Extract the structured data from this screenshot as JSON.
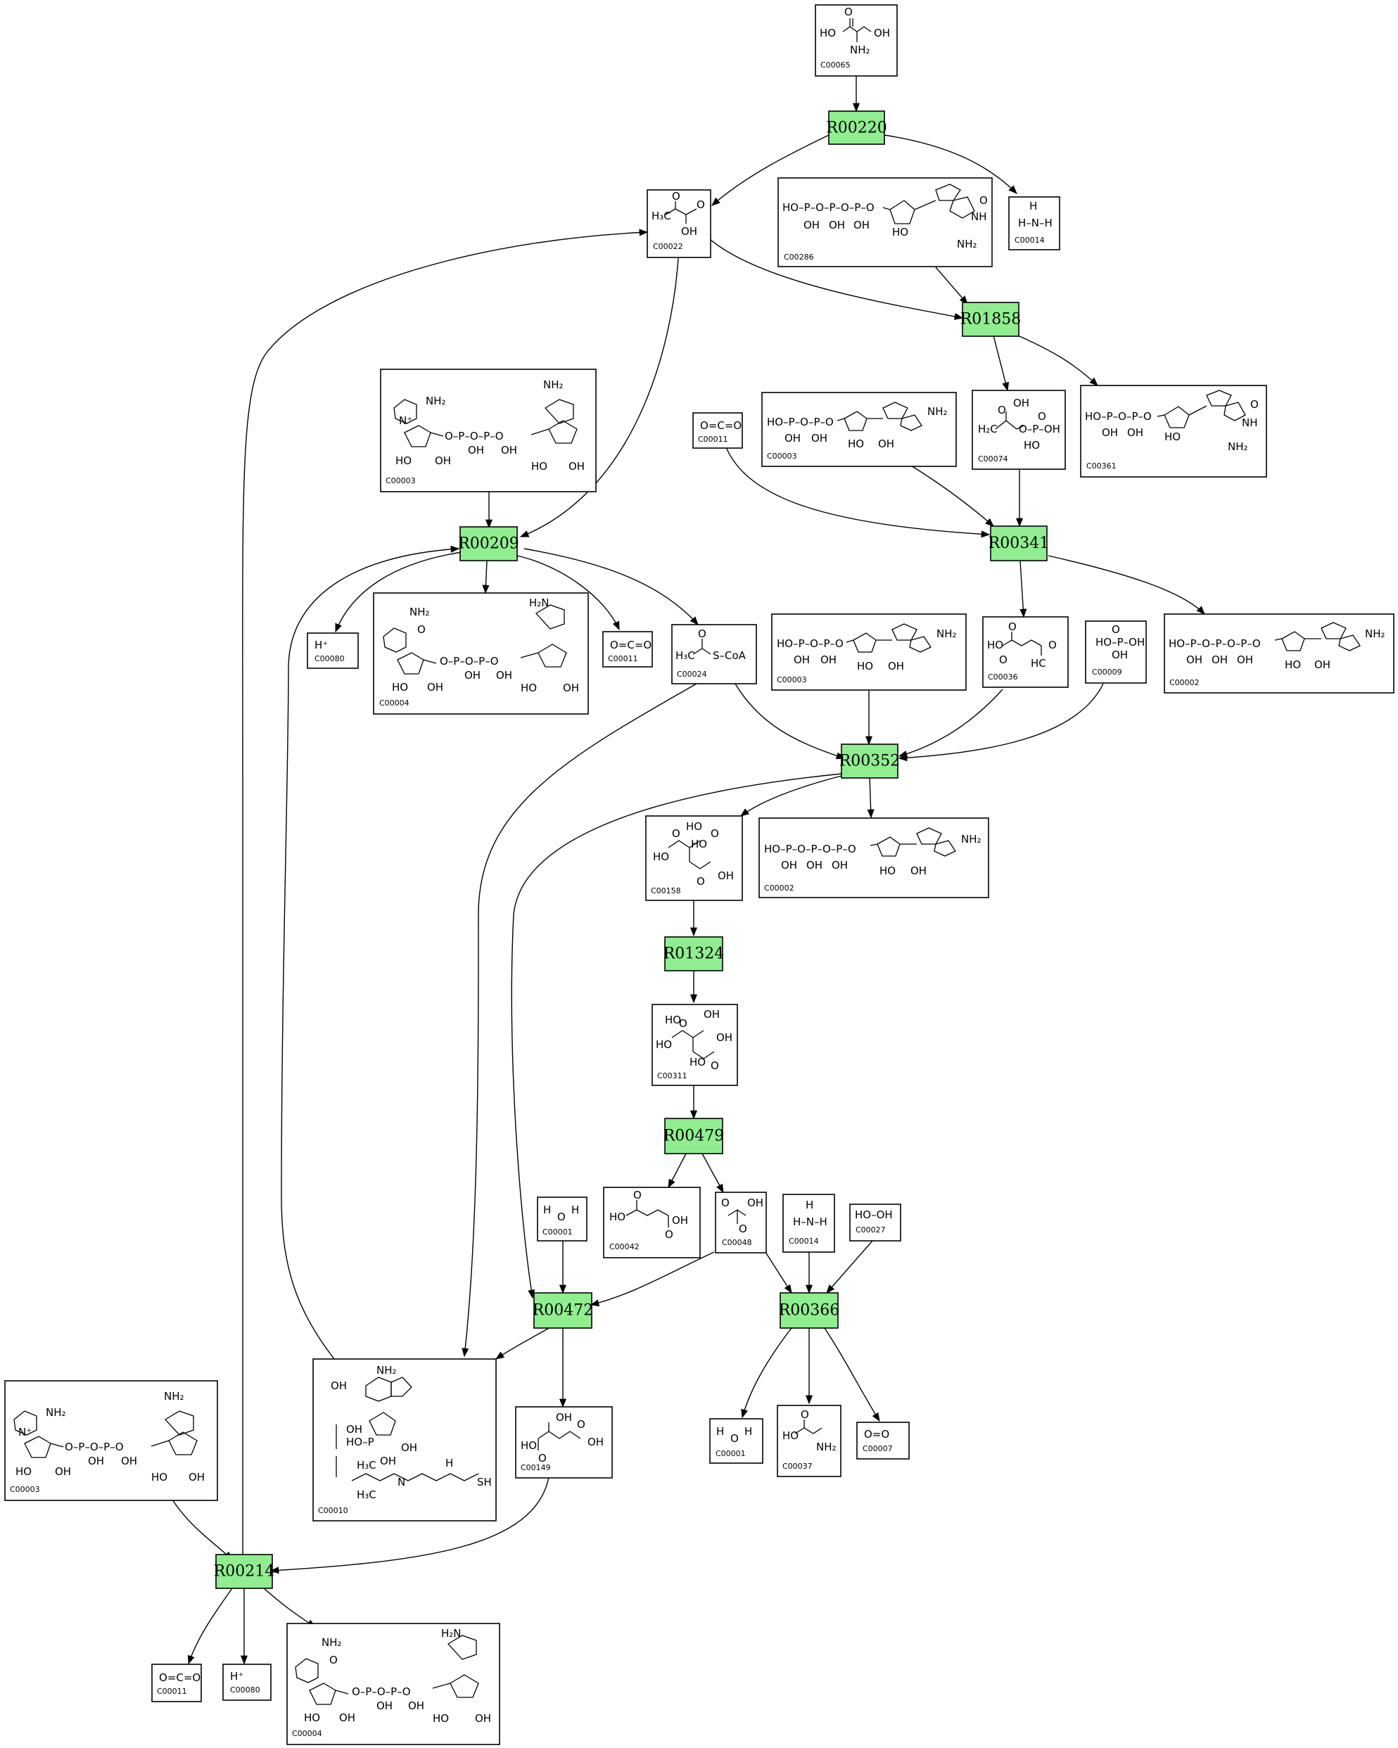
{
  "colors": {
    "reaction_fill": "#90ee90",
    "compound_fill": "#ffffff",
    "stroke": "#000000"
  },
  "reactions": {
    "r00220": "R00220",
    "r01858": "R01858",
    "r00209": "R00209",
    "r00341": "R00341",
    "r00352": "R00352",
    "r01324": "R01324",
    "r00479": "R00479",
    "r00472": "R00472",
    "r00366": "R00366",
    "r00214": "R00214"
  },
  "compounds": {
    "c00065": {
      "id": "C00065",
      "labels": [
        "HO",
        "NH₂",
        "OH",
        "O"
      ]
    },
    "c00022": {
      "id": "C00022",
      "labels": [
        "O",
        "H₃C",
        "O",
        "OH"
      ]
    },
    "c00286": {
      "id": "C00286",
      "labels": [
        "HO–P–O–P–O–P–O",
        "OH",
        "OH",
        "OH",
        "HO",
        "NH₂",
        "NH",
        "O"
      ]
    },
    "c00014_top": {
      "id": "C00014",
      "labels": [
        "H",
        "H–N–H"
      ]
    },
    "c00003_top": {
      "id": "C00003",
      "labels": [
        "NH₂",
        "NH₂",
        "N⁺",
        "HO",
        "OH",
        "HO",
        "OH",
        "O–P–O–P–O",
        "OH",
        "OH"
      ]
    },
    "c00011_a": {
      "id": "C00011",
      "labels": [
        "O=C=O"
      ]
    },
    "c00003_mid": {
      "id": "C00003",
      "labels": [
        "HO–P–O–P–O",
        "OH",
        "OH",
        "NH₂",
        "HO",
        "OH"
      ]
    },
    "c00074": {
      "id": "C00074",
      "labels": [
        "OH",
        "O",
        "H₂C",
        "O–P–OH",
        "HO",
        "O"
      ]
    },
    "c00361": {
      "id": "C00361",
      "labels": [
        "HO–P–O–P–O",
        "OH",
        "OH",
        "HO",
        "NH₂",
        "NH",
        "O"
      ]
    },
    "c00080_a": {
      "id": "C00080",
      "labels": [
        "H⁺"
      ]
    },
    "c00004_a": {
      "id": "C00004",
      "labels": [
        "NH₂",
        "H₂N",
        "HO",
        "OH",
        "HO",
        "OH",
        "O–P–O–P–O",
        "OH",
        "OH",
        "O"
      ]
    },
    "c00011_b": {
      "id": "C00011",
      "labels": [
        "O=C=O"
      ]
    },
    "c00024": {
      "id": "C00024",
      "labels": [
        "H₃C",
        "S–CoA",
        "O"
      ]
    },
    "c00003_b": {
      "id": "C00003",
      "labels": [
        "HO–P–O–P–O",
        "OH",
        "OH",
        "NH₂",
        "HO",
        "OH"
      ]
    },
    "c00036": {
      "id": "C00036",
      "labels": [
        "HO",
        "O",
        "O",
        "O",
        "HC"
      ]
    },
    "c00009": {
      "id": "C00009",
      "labels": [
        "O",
        "HO–P–OH",
        "OH"
      ]
    },
    "c00002_a": {
      "id": "C00002",
      "labels": [
        "HO–P–O–P–O–P–O",
        "OH",
        "OH",
        "OH",
        "NH₂",
        "HO",
        "OH"
      ]
    },
    "c00158": {
      "id": "C00158",
      "labels": [
        "HO",
        "O",
        "HO",
        "HO",
        "O",
        "OH",
        "O"
      ]
    },
    "c00002_b": {
      "id": "C00002",
      "labels": [
        "HO–P–O–P–O–P–O",
        "OH",
        "OH",
        "OH",
        "NH₂",
        "HO",
        "OH"
      ]
    },
    "c00311": {
      "id": "C00311",
      "labels": [
        "OH",
        "HO",
        "O",
        "HO",
        "OH",
        "HO",
        "O"
      ]
    },
    "c00001_a": {
      "id": "C00001",
      "labels": [
        "H",
        "O",
        "H"
      ]
    },
    "c00042": {
      "id": "C00042",
      "labels": [
        "HO",
        "O",
        "OH",
        "O"
      ]
    },
    "c00048": {
      "id": "C00048",
      "labels": [
        "O",
        "OH",
        "O"
      ]
    },
    "c00014_b": {
      "id": "C00014",
      "labels": [
        "H",
        "H–N–H"
      ]
    },
    "c00027": {
      "id": "C00027",
      "labels": [
        "HO–OH"
      ]
    },
    "c00003_c": {
      "id": "C00003",
      "labels": [
        "NH₂",
        "NH₂",
        "N⁺",
        "HO",
        "OH",
        "HO",
        "OH",
        "O–P–O–P–O",
        "OH",
        "OH"
      ]
    },
    "c00010": {
      "id": "C00010",
      "labels": [
        "NH₂",
        "OH",
        "OH",
        "HO–P",
        "OH",
        "H₃C",
        "OH",
        "H₃C",
        "H",
        "N",
        "SH"
      ]
    },
    "c00149": {
      "id": "C00149",
      "labels": [
        "OH",
        "O",
        "HO",
        "OH",
        "O"
      ]
    },
    "c00001_b": {
      "id": "C00001",
      "labels": [
        "H",
        "O",
        "H"
      ]
    },
    "c00037": {
      "id": "C00037",
      "labels": [
        "O",
        "HO",
        "NH₂"
      ]
    },
    "c00007": {
      "id": "C00007",
      "labels": [
        "O=O"
      ]
    },
    "c00011_c": {
      "id": "C00011",
      "labels": [
        "O=C=O"
      ]
    },
    "c00080_b": {
      "id": "C00080",
      "labels": [
        "H⁺"
      ]
    },
    "c00004_b": {
      "id": "C00004",
      "labels": [
        "NH₂",
        "H₂N",
        "HO",
        "OH",
        "HO",
        "OH",
        "O–P–O–P–O",
        "OH",
        "OH",
        "O"
      ]
    }
  }
}
